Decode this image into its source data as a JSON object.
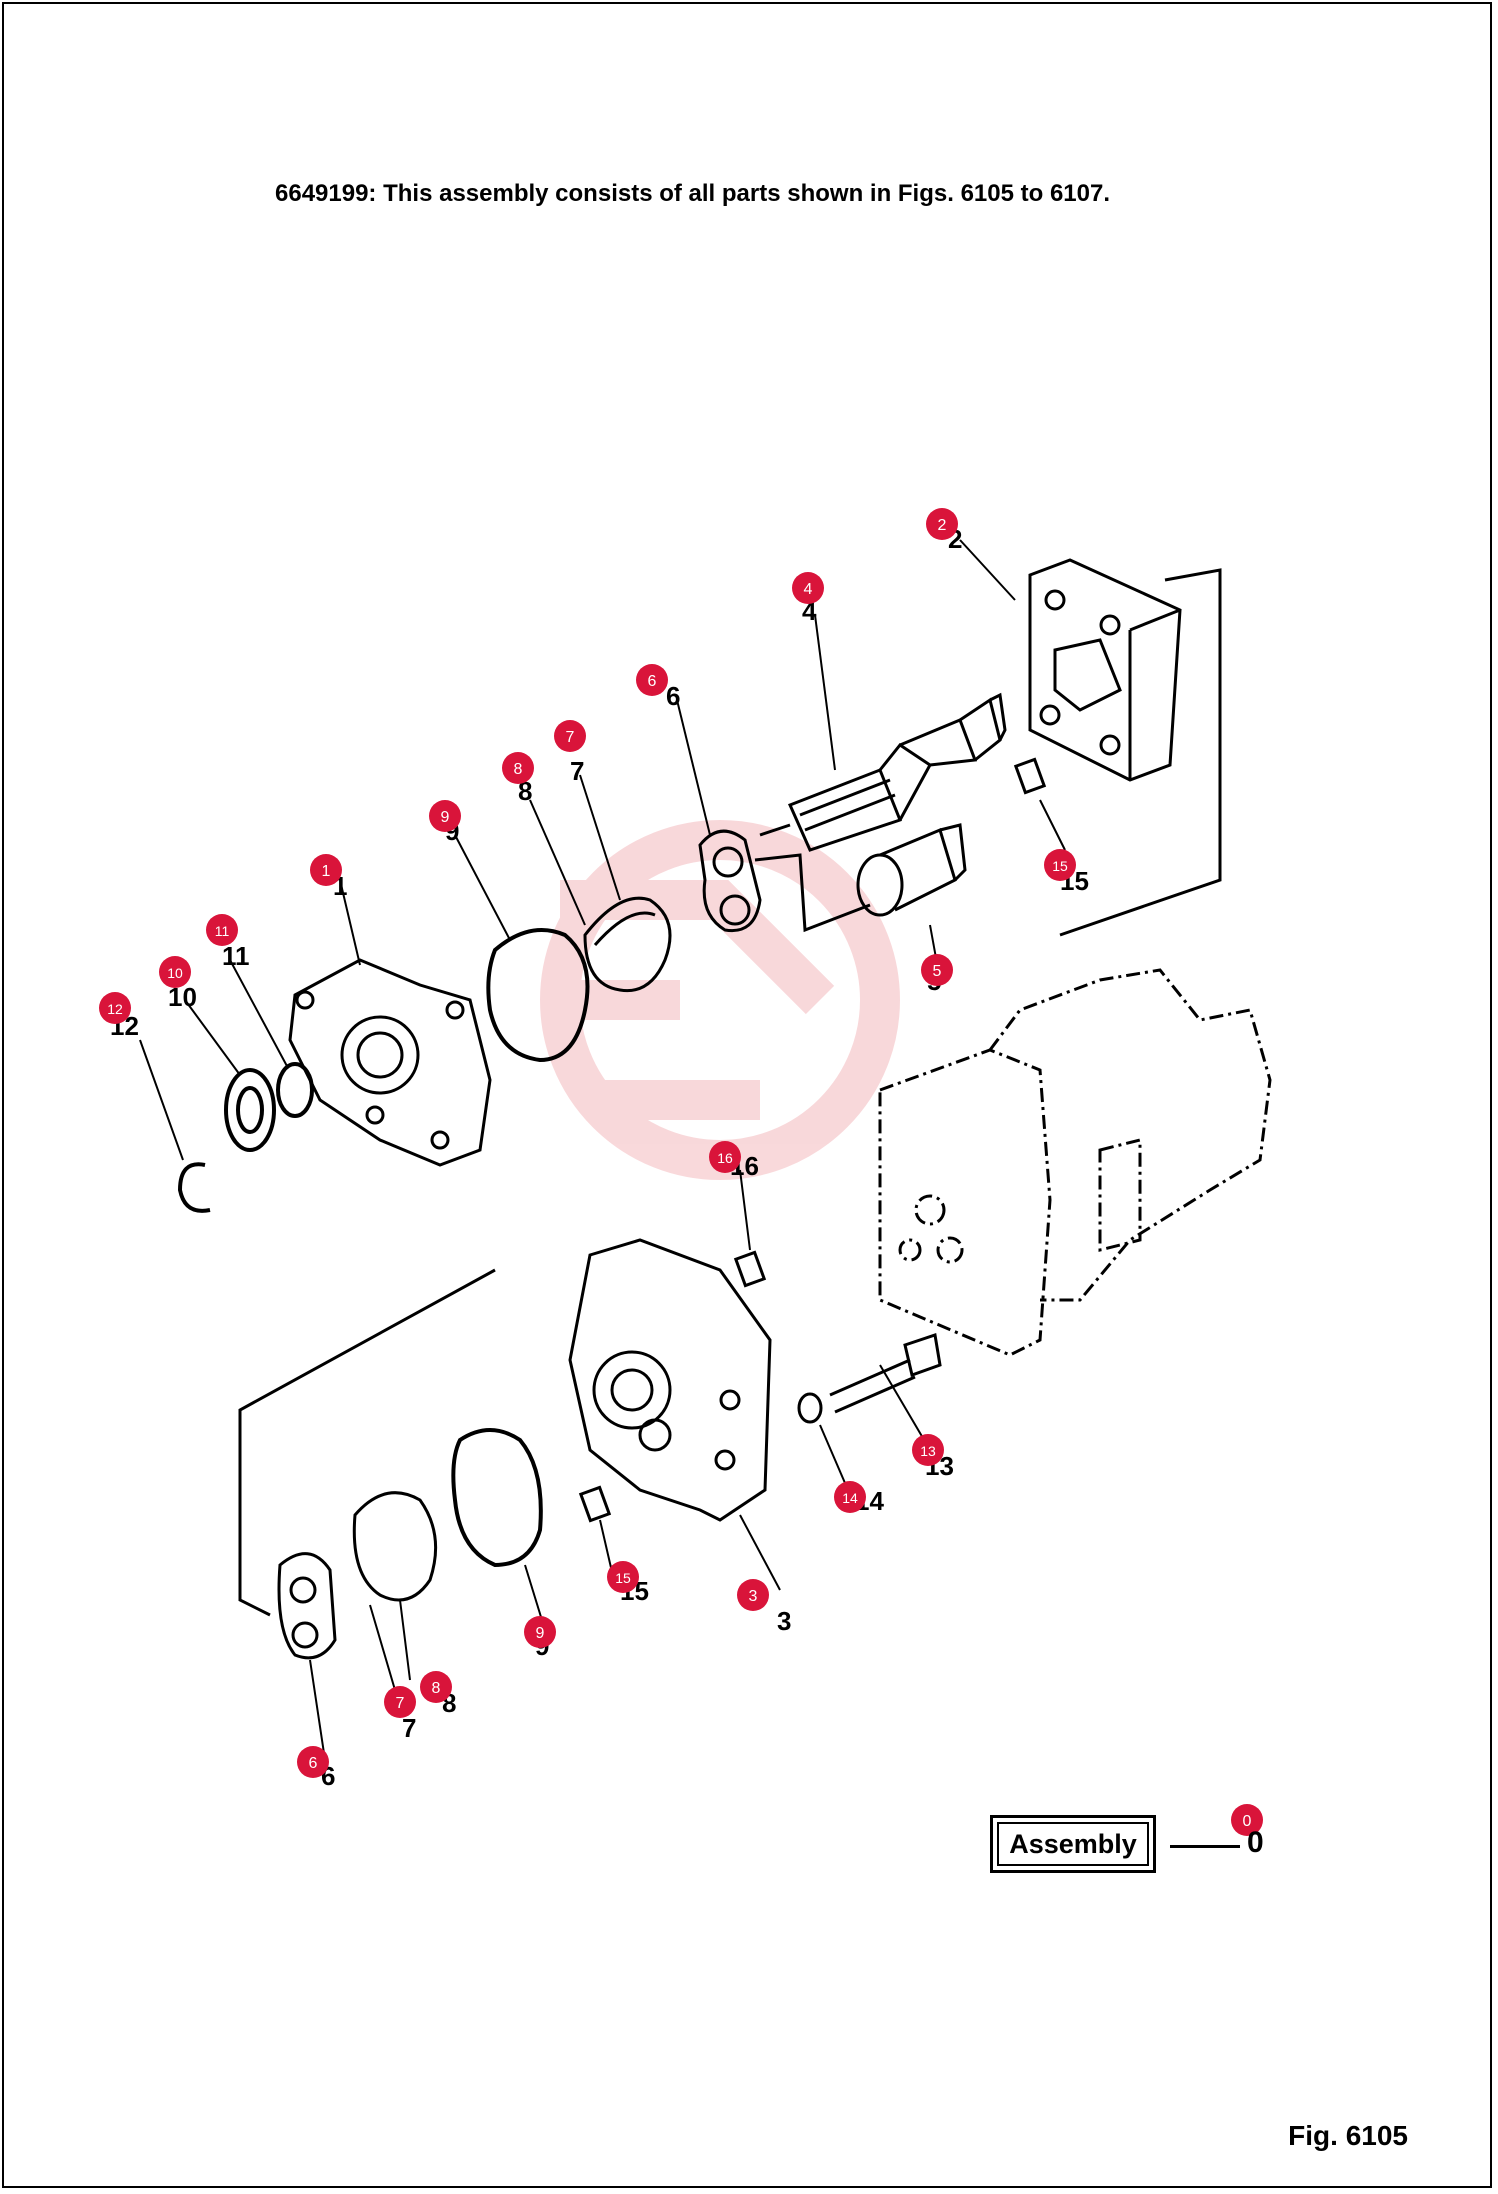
{
  "header_text": "6649199: This assembly consists of all parts shown in Figs. 6105 to 6107.",
  "figure_label": "Fig. 6105",
  "assembly_label": "Assembly",
  "assembly_number": "0",
  "colors": {
    "callout": "#d9143a",
    "ink": "#000000",
    "watermark": "#f6c9cc"
  },
  "callouts": [
    {
      "id": "c-2",
      "label": "2",
      "printed": "2"
    },
    {
      "id": "c-4",
      "label": "4",
      "printed": "4"
    },
    {
      "id": "c-6a",
      "label": "6",
      "printed": "6"
    },
    {
      "id": "c-7a",
      "label": "7",
      "printed": "7"
    },
    {
      "id": "c-8a",
      "label": "8",
      "printed": "8"
    },
    {
      "id": "c-9a",
      "label": "9",
      "printed": "9"
    },
    {
      "id": "c-1",
      "label": "1",
      "printed": "1"
    },
    {
      "id": "c-11",
      "label": "11",
      "printed": "11"
    },
    {
      "id": "c-10",
      "label": "10",
      "printed": "10"
    },
    {
      "id": "c-12",
      "label": "12",
      "printed": "12"
    },
    {
      "id": "c-15a",
      "label": "15",
      "printed": "15"
    },
    {
      "id": "c-5",
      "label": "5",
      "printed": "5"
    },
    {
      "id": "c-16",
      "label": "16",
      "printed": "16"
    },
    {
      "id": "c-13",
      "label": "13",
      "printed": "13"
    },
    {
      "id": "c-14",
      "label": "14",
      "printed": "14"
    },
    {
      "id": "c-15b",
      "label": "15",
      "printed": "15"
    },
    {
      "id": "c-3",
      "label": "3",
      "printed": "3"
    },
    {
      "id": "c-9b",
      "label": "9",
      "printed": "9"
    },
    {
      "id": "c-7b",
      "label": "7",
      "printed": "7"
    },
    {
      "id": "c-8b",
      "label": "8",
      "printed": "8"
    },
    {
      "id": "c-6b",
      "label": "6",
      "printed": "6"
    },
    {
      "id": "c-0",
      "label": "0",
      "printed": ""
    }
  ]
}
